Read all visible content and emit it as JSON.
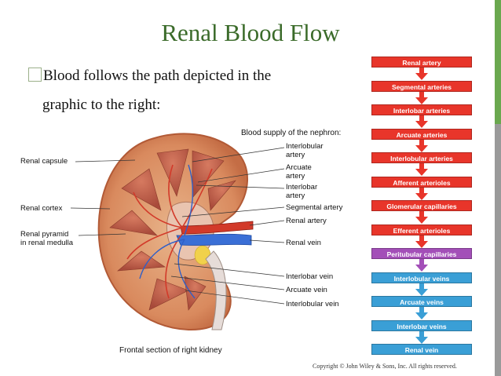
{
  "title": "Renal Blood Flow",
  "bullet": {
    "line1": "Blood follows the path depicted in the",
    "line2": "graphic to the right:"
  },
  "figure": {
    "heading": "Blood supply of the nephron:",
    "caption": "Frontal section of right kidney",
    "left_labels": {
      "renal_capsule": "Renal capsule",
      "renal_cortex": "Renal cortex",
      "renal_pyramid_1": "Renal pyramid",
      "renal_pyramid_2": "in renal medulla"
    },
    "right_labels": {
      "interlobular_artery_1": "Interlobular",
      "interlobular_artery_2": "artery",
      "arcuate_artery_1": "Arcuate",
      "arcuate_artery_2": "artery",
      "interlobar_artery_1": "Interlobar",
      "interlobar_artery_2": "artery",
      "segmental_artery": "Segmental artery",
      "renal_artery": "Renal artery",
      "renal_vein": "Renal vein",
      "interlobar_vein": "Interlobar vein",
      "arcuate_vein": "Arcuate vein",
      "interlobular_vein": "Interlobular vein"
    }
  },
  "flow_steps": [
    {
      "label": "Renal artery",
      "color": "#e8352a"
    },
    {
      "label": "Segmental arteries",
      "color": "#e8352a"
    },
    {
      "label": "Interlobar arteries",
      "color": "#e8352a"
    },
    {
      "label": "Arcuate arteries",
      "color": "#e8352a"
    },
    {
      "label": "Interlobular arteries",
      "color": "#e8352a"
    },
    {
      "label": "Afferent arterioles",
      "color": "#e8352a"
    },
    {
      "label": "Glomerular capillaries",
      "color": "#e8352a"
    },
    {
      "label": "Efferent arterioles",
      "color": "#e8352a"
    },
    {
      "label": "Peritubular capillaries",
      "color": "#a34fb8"
    },
    {
      "label": "Interlobular veins",
      "color": "#3a9fd6"
    },
    {
      "label": "Arcuate veins",
      "color": "#3a9fd6"
    },
    {
      "label": "Interlobar veins",
      "color": "#3a9fd6"
    },
    {
      "label": "Renal vein",
      "color": "#3a9fd6"
    }
  ],
  "copyright": "Copyright © John Wiley & Sons, Inc. All rights reserved.",
  "colors": {
    "title": "#3b6b2a",
    "side_bar_green": "#6aa84f",
    "side_bar_gray": "#999999",
    "artery": "#e8352a",
    "capillary": "#a34fb8",
    "vein": "#3a9fd6"
  }
}
